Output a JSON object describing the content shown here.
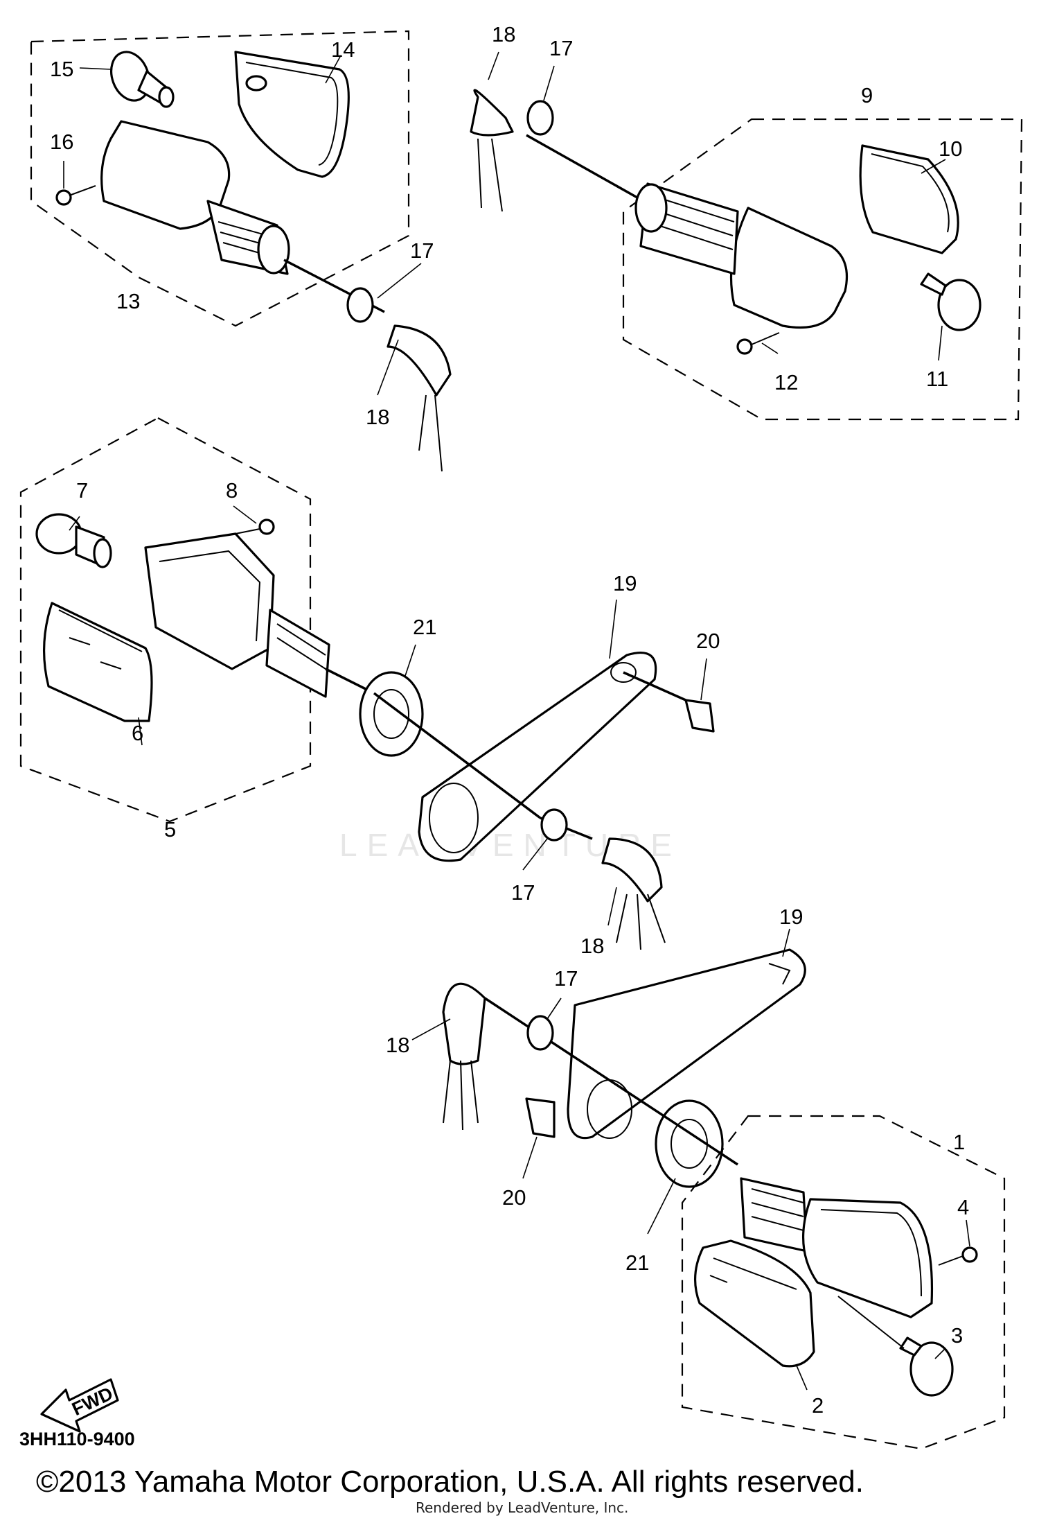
{
  "diagram": {
    "part_callouts": [
      "1",
      "2",
      "3",
      "4",
      "5",
      "6",
      "7",
      "8",
      "9",
      "10",
      "11",
      "12",
      "13",
      "14",
      "15",
      "16",
      "17",
      "18",
      "19",
      "20",
      "21"
    ],
    "repeated_callouts": [
      "17",
      "17",
      "17",
      "18",
      "18",
      "18",
      "19",
      "20",
      "21"
    ],
    "direction_label": "FWD",
    "diagram_code": "3HH110-9400",
    "watermark": "LEADVENTURE"
  },
  "footer": {
    "copyright": "©2013 Yamaha Motor Corporation, U.S.A. All rights reserved.",
    "rendered_by": "Rendered by LeadVenture, Inc."
  }
}
